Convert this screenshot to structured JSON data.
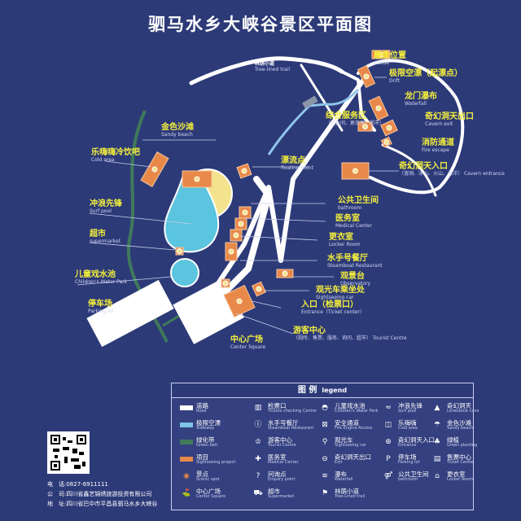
{
  "title": "驷马水乡大峡谷景区平面图",
  "colors": {
    "background": "#2d3a78",
    "project": "#e8894a",
    "pool": "#5bc4de",
    "beach": "#f3e38c",
    "road": "#ffffff",
    "green_belt": "#3f7a5a",
    "label": "#f4ef3c"
  },
  "map": {
    "labels": [
      {
        "zh": "雕像位置",
        "en": "statue"
      },
      {
        "zh": "极限空漂（起漂点）",
        "en": "Drift"
      },
      {
        "zh": "龙门瀑布",
        "en": "Waterfall"
      },
      {
        "zh": "奇幻洞天出口",
        "en": "Cavern exit"
      },
      {
        "zh": "消防通道",
        "en": "Fire escape"
      },
      {
        "zh": "综合服务区",
        "en": "（卫生间、更衣室、超市）"
      },
      {
        "zh": "奇幻洞天入口",
        "en": "（溶洞、冰山、火山、海洋） Cavern entrance"
      },
      {
        "zh": "林荫小道",
        "en": "Tree-lined trail"
      },
      {
        "zh": "金色沙滩",
        "en": "Sandy beach"
      },
      {
        "zh": "乐嗨嗨冷饮吧",
        "en": "Cold area"
      },
      {
        "zh": "冲浪先锋",
        "en": "Surf pool"
      },
      {
        "zh": "超市",
        "en": "supermarket"
      },
      {
        "zh": "儿童戏水池",
        "en": "Children's Water Park"
      },
      {
        "zh": "停车场",
        "en": "Parking lot"
      },
      {
        "zh": "漂流点",
        "en": "floating point"
      },
      {
        "zh": "公共卫生间",
        "en": "bathroom"
      },
      {
        "zh": "医务室",
        "en": "Medical Center"
      },
      {
        "zh": "更衣室",
        "en": "Locker Room"
      },
      {
        "zh": "水手号餐厅",
        "en": "Steamboat Restaurant"
      },
      {
        "zh": "观景台",
        "en": "Observatory"
      },
      {
        "zh": "观光车乘坐处",
        "en": "Sightseeing car"
      },
      {
        "zh": "入口（检票口）",
        "en": "Entrance（Ticket center）"
      },
      {
        "zh": "游客中心",
        "en": "（厕所、售票、服务、询问、超市） Tourist Centre"
      },
      {
        "zh": "中心广场",
        "en": "Center Square"
      }
    ]
  },
  "legend": {
    "title": "图 例",
    "title_en": "legend",
    "items": [
      {
        "zh": "道路",
        "en": "Road",
        "icon": "road-swatch"
      },
      {
        "zh": "极限空漂",
        "en": "Slideway",
        "icon": "slideway-swatch"
      },
      {
        "zh": "绿化带",
        "en": "Green belt",
        "icon": "green-belt-swatch"
      },
      {
        "zh": "项目",
        "en": "Sightseeing project",
        "icon": "project-swatch"
      },
      {
        "zh": "景点",
        "en": "Scenic spot",
        "icon": "scenic-spot-icon"
      },
      {
        "zh": "中心广场",
        "en": "Center Square",
        "icon": "center-square-icon"
      },
      {
        "zh": "检票口",
        "en": "Tickets checking Centre",
        "icon": "ticket-check-icon"
      },
      {
        "zh": "水手号餐厅",
        "en": "Steamboat Restaurant",
        "icon": "restaurant-icon"
      },
      {
        "zh": "游客中心",
        "en": "Tourist Centre",
        "icon": "tourist-centre-icon"
      },
      {
        "zh": "医务室",
        "en": "Medical Center",
        "icon": "medical-icon"
      },
      {
        "zh": "问询点",
        "en": "Enquiry point",
        "icon": "question-icon"
      },
      {
        "zh": "超市",
        "en": "Supermarket",
        "icon": "cart-icon"
      },
      {
        "zh": "儿童戏水池",
        "en": "Children's Water Park",
        "icon": "kids-pool-icon"
      },
      {
        "zh": "安全通道",
        "en": "Fire Engine Access",
        "icon": "fire-access-icon"
      },
      {
        "zh": "观光车",
        "en": "Sightseeing car",
        "icon": "location-pin-icon"
      },
      {
        "zh": "奇幻洞天出口",
        "en": "Exit",
        "icon": "exit-icon"
      },
      {
        "zh": "瀑布",
        "en": "Waterfall",
        "icon": "waterfall-icon"
      },
      {
        "zh": "林荫小道",
        "en": "Tree-Lined trail",
        "icon": "signpost-icon"
      },
      {
        "zh": "冲浪先锋",
        "en": "Surf pool",
        "icon": "surf-icon"
      },
      {
        "zh": "乐嗨嗨",
        "en": "Cold area",
        "icon": "cup-icon"
      },
      {
        "zh": "奇幻洞天入口",
        "en": "Entrance",
        "icon": "entrance-icon"
      },
      {
        "zh": "停车场",
        "en": "Parking lot",
        "icon": "parking-icon"
      },
      {
        "zh": "公共卫生间",
        "en": "bathroom",
        "icon": "restroom-icon"
      },
      {
        "zh": "奇幻洞天",
        "en": "Limestone cave",
        "icon": "cave-icon"
      },
      {
        "zh": "金色沙滩",
        "en": "Sandy beach",
        "icon": "beach-icon"
      },
      {
        "zh": "绿植",
        "en": "Green planting",
        "icon": "plant-icon"
      },
      {
        "zh": "售票中心",
        "en": "Ticket Center",
        "icon": "ticket-center-icon"
      },
      {
        "zh": "更衣室",
        "en": "Locker Room",
        "icon": "locker-icon"
      }
    ]
  },
  "contact": {
    "phone": "电　话:0827-6911111",
    "company": "公　司:四川省鑫艺锦绣旅游投资有限公司",
    "address": "地　址:四川省巴中市平昌县驷马水乡大峡谷"
  }
}
